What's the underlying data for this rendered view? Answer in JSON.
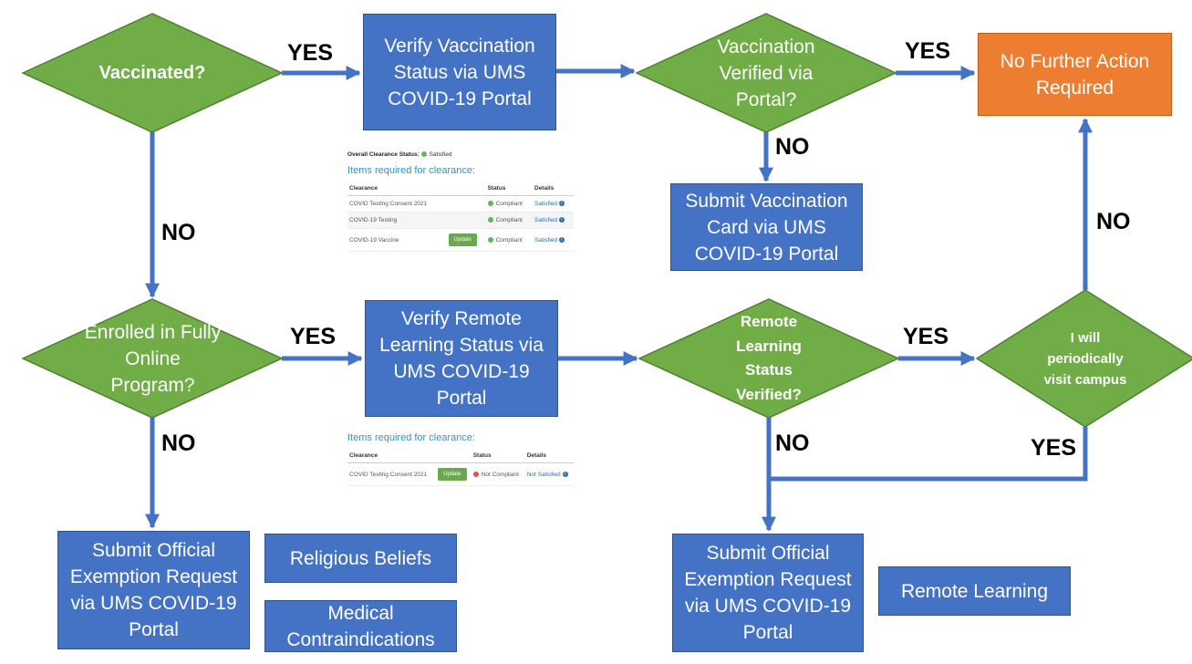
{
  "decisions": {
    "vaccinated": "Vaccinated?",
    "vaccination_verified": "Vaccination Verified via Portal?",
    "enrolled_online": "Enrolled in Fully Online Program?",
    "remote_verified": "Remote Learning Status Verified?",
    "visit_campus": "I will periodically visit campus"
  },
  "boxes": {
    "verify_vaccination": "Verify Vaccination Status via UMS COVID-19 Portal",
    "no_further_action": "No Further Action Required",
    "submit_card": "Submit Vaccination Card via UMS COVID-19 Portal",
    "verify_remote": "Verify Remote Learning Status via UMS COVID-19 Portal",
    "exemption_left": "Submit Official Exemption Request via UMS COVID-19 Portal",
    "religious": "Religious Beliefs",
    "medical": "Medical Contraindications",
    "exemption_right": "Submit Official Exemption Request via UMS COVID-19 Portal",
    "remote_learning": "Remote Learning"
  },
  "labels": {
    "yes": "YES",
    "no": "NO"
  },
  "colors": {
    "box": "#4472c4",
    "decision": "#70ad47",
    "final": "#ed7d31",
    "arrow": "#4472c4"
  },
  "screenshot_top": {
    "status_label": "Overall Clearance Status:",
    "status_value": "Satisfied",
    "heading": "Items required for clearance:",
    "columns": [
      "Clearance",
      "Status",
      "Details"
    ],
    "rows": [
      {
        "name": "COVID Testing Consent 2021",
        "button": "",
        "status": "Compliant",
        "details": "Satisfied"
      },
      {
        "name": "COVID-19 Testing",
        "button": "",
        "status": "Compliant",
        "details": "Satisfied"
      },
      {
        "name": "COVID-19 Vaccine",
        "button": "Update",
        "status": "Compliant",
        "details": "Satisfied"
      }
    ]
  },
  "screenshot_bottom": {
    "heading": "Items required for clearance:",
    "columns": [
      "Clearance",
      "Status",
      "Details"
    ],
    "rows": [
      {
        "name": "COVID Testing Consent 2021",
        "button": "Update",
        "status": "Not Compliant",
        "details": "Not Satisfied"
      }
    ]
  }
}
